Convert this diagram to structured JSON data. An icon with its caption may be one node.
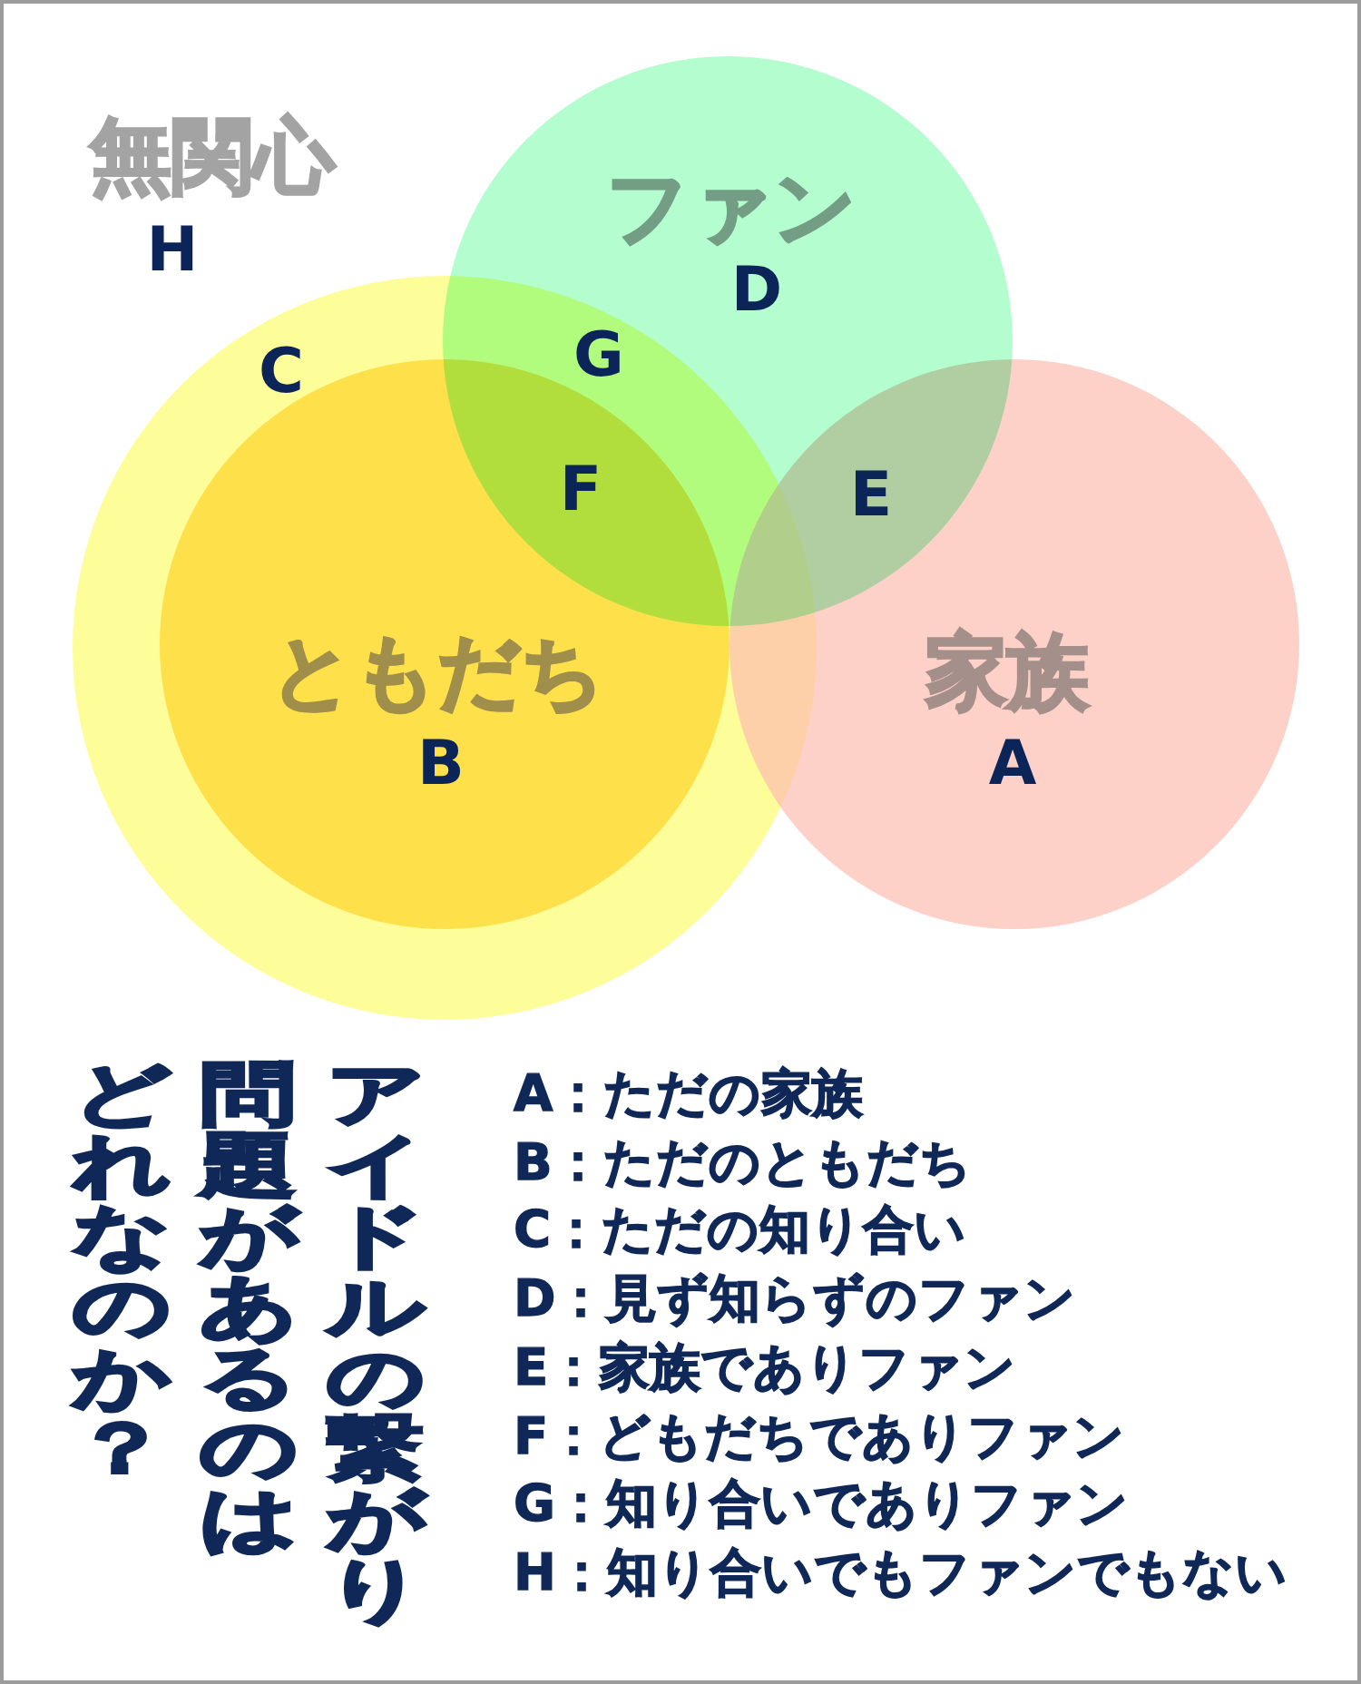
{
  "diagram": {
    "title": "アイドルの繋がり問題があるのはどれなのか？",
    "nodes": [
      {
        "text": [
          "C"
        ]
      },
      {
        "text": [
          "ともだち",
          "B"
        ],
        "in": 0
      },
      {
        "text": [
          "ファン",
          "D"
        ]
      },
      {
        "text": [
          "家族",
          "A"
        ]
      }
    ],
    "labels": [
      "無関心",
      "H",
      "G",
      "F",
      "E",
      "A：ただの家族",
      "B：ただのともだち",
      "C：ただの知り合い",
      "D：見ず知らずのファン",
      "E：家族でありファン",
      "F：どもだちでありファン",
      "G：知り合いでありファン",
      "H：知り合いでもファンでもない"
    ]
  }
}
